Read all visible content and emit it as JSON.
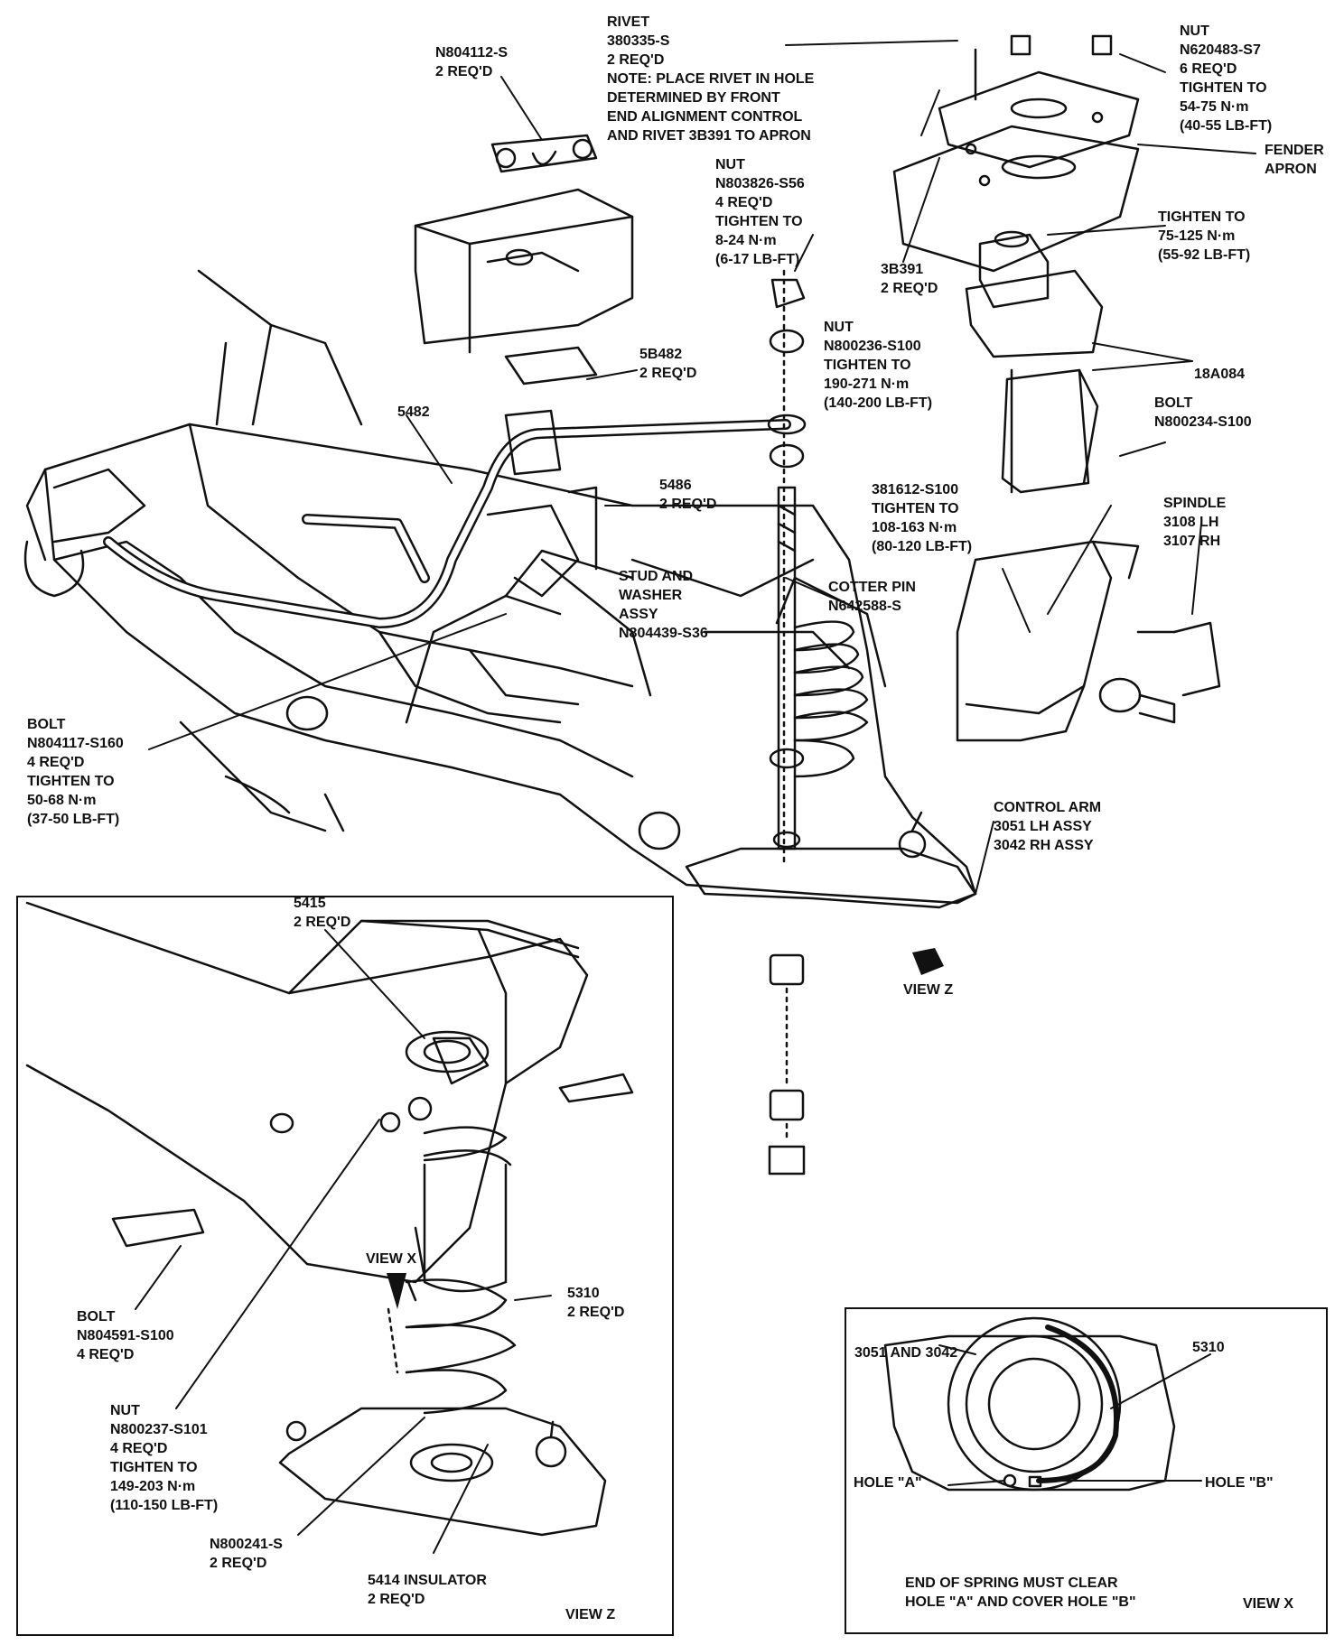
{
  "colors": {
    "ink": "#111111",
    "paper": "#ffffff"
  },
  "labels": {
    "n804112": [
      "N804112-S",
      "2 REQ'D"
    ],
    "rivet": [
      "RIVET",
      "380335-S",
      "2 REQ'D",
      "NOTE: PLACE RIVET IN HOLE",
      "DETERMINED BY FRONT",
      "END ALIGNMENT CONTROL",
      "AND RIVET 3B391 TO APRON"
    ],
    "nut_n620483": [
      "NUT",
      "N620483-S7",
      "6 REQ'D",
      "TIGHTEN TO",
      "54-75 N·m",
      "(40-55 LB-FT)"
    ],
    "fender_apron": [
      "FENDER",
      "APRON"
    ],
    "nut_n803826": [
      "NUT",
      "N803826-S56",
      "4 REQ'D",
      "TIGHTEN TO",
      "8-24 N·m",
      "(6-17 LB-FT)"
    ],
    "tighten_75": [
      "TIGHTEN TO",
      "75-125 N·m",
      "(55-92 LB-FT)"
    ],
    "b3b391": [
      "3B391",
      "2 REQ'D"
    ],
    "nut_n800236": [
      "NUT",
      "N800236-S100",
      "TIGHTEN TO",
      "190-271 N·m",
      "(140-200 LB-FT)"
    ],
    "p5b482": [
      "5B482",
      "2 REQ'D"
    ],
    "p18a084": [
      "18A084"
    ],
    "p5482": [
      "5482"
    ],
    "bolt_n800234": [
      "BOLT",
      "N800234-S100"
    ],
    "p5486": [
      "5486",
      "2 REQ'D"
    ],
    "b381612": [
      "381612-S100",
      "TIGHTEN TO",
      "108-163 N·m",
      "(80-120 LB-FT)"
    ],
    "spindle": [
      "SPINDLE",
      "3108 LH",
      "3107 RH"
    ],
    "stud": [
      "STUD AND",
      "WASHER",
      "ASSY",
      "N804439-S36"
    ],
    "cotter": [
      "COTTER PIN",
      "N642588-S"
    ],
    "bolt_n804117": [
      "BOLT",
      "N804117-S160",
      "4 REQ'D",
      "TIGHTEN TO",
      "50-68 N·m",
      "(37-50 LB-FT)"
    ],
    "control_arm": [
      "CONTROL ARM",
      "3051 LH ASSY",
      "3042 RH ASSY"
    ],
    "view_z_arrow": [
      "VIEW Z"
    ],
    "p5415": [
      "5415",
      "2 REQ'D"
    ],
    "view_x_arrow": [
      "VIEW X"
    ],
    "p5310_a": [
      "5310",
      "2 REQ'D"
    ],
    "bolt_n804591": [
      "BOLT",
      "N804591-S100",
      "4 REQ'D"
    ],
    "nut_n800237": [
      "NUT",
      "N800237-S101",
      "4 REQ'D",
      "TIGHTEN TO",
      "149-203 N·m",
      "(110-150 LB-FT)"
    ],
    "n800241": [
      "N800241-S",
      "2 REQ'D"
    ],
    "insulator": [
      "5414 INSULATOR",
      "2 REQ'D"
    ],
    "view_z_title": [
      "VIEW Z"
    ],
    "p3051_3042": [
      "3051 AND 3042"
    ],
    "p5310_b": [
      "5310"
    ],
    "hole_a": [
      "HOLE \"A\""
    ],
    "hole_b": [
      "HOLE \"B\""
    ],
    "spring_note": [
      "END OF SPRING MUST CLEAR",
      "HOLE \"A\" AND COVER HOLE \"B\""
    ],
    "view_x_title": [
      "VIEW X"
    ]
  }
}
